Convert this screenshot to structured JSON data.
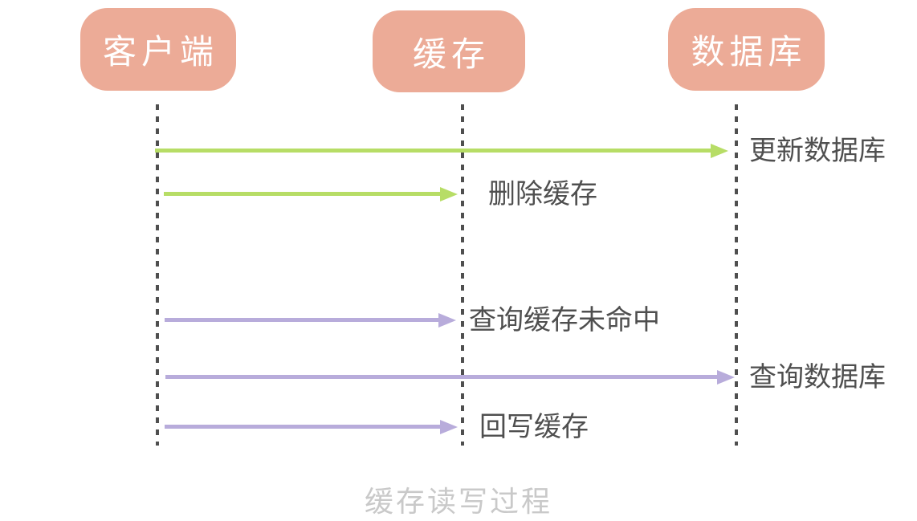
{
  "diagram": {
    "caption": "缓存读写过程",
    "actors": [
      {
        "label": "客户端"
      },
      {
        "label": "缓存"
      },
      {
        "label": "数据库"
      }
    ],
    "messages": [
      {
        "label": "更新数据库",
        "from": "客户端",
        "to": "数据库",
        "flow": "write"
      },
      {
        "label": "删除缓存",
        "from": "客户端",
        "to": "缓存",
        "flow": "write"
      },
      {
        "label": "查询缓存未命中",
        "from": "客户端",
        "to": "缓存",
        "flow": "read"
      },
      {
        "label": "查询数据库",
        "from": "客户端",
        "to": "数据库",
        "flow": "read"
      },
      {
        "label": "回写缓存",
        "from": "客户端",
        "to": "缓存",
        "flow": "read"
      }
    ],
    "colors": {
      "actor-fill": "#ecab97",
      "actor-text": "#ffffff",
      "write-arrow": "#b7dd66",
      "read-arrow": "#b8acdb",
      "lifeline": "#4f4f4f",
      "message-text": "#4f4f4f",
      "caption-text": "#c9c9c9"
    }
  }
}
